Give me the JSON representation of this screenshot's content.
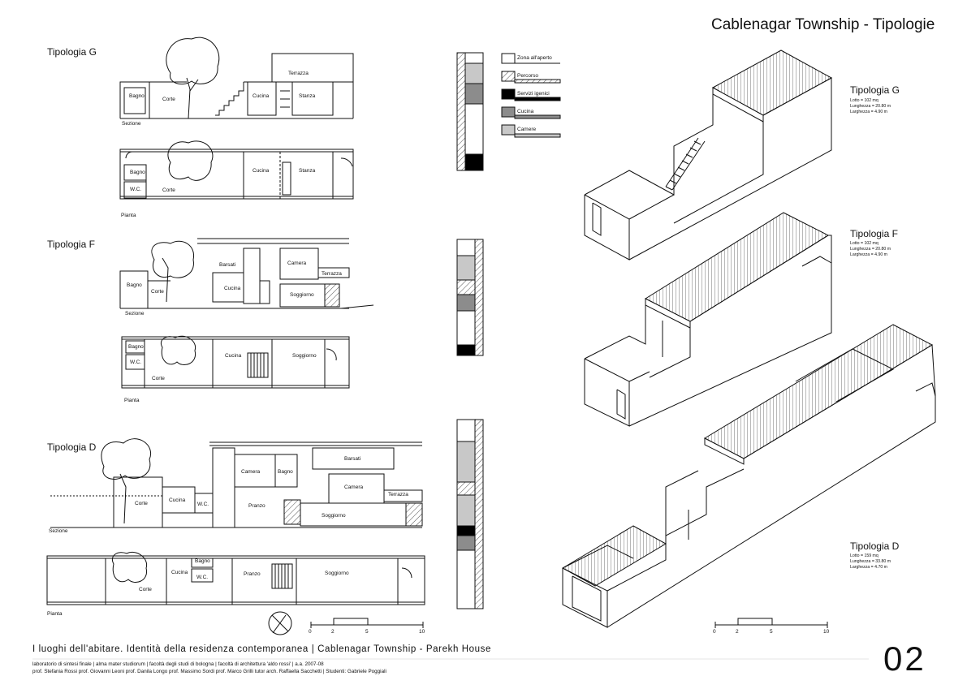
{
  "header": {
    "title": "Cablenagar Township - Tipologie"
  },
  "typologies": {
    "g": {
      "name": "Tipologia G",
      "section_label": "Sezione",
      "plan_label": "Pianta",
      "rooms": {
        "bagno": "Bagno",
        "corte": "Corte",
        "cucina": "Cucina",
        "stanza": "Stanza",
        "terrazza": "Terrazza",
        "wc": "W.C."
      }
    },
    "f": {
      "name": "Tipologia F",
      "section_label": "Sezione",
      "plan_label": "Pianta",
      "rooms": {
        "bagno": "Bagno",
        "corte": "Corte",
        "barsati": "Barsati",
        "camera": "Camera",
        "cucina": "Cucina",
        "terrazza": "Terrazza",
        "soggiorno": "Soggiorno",
        "wc": "W.C."
      }
    },
    "d": {
      "name": "Tipologia D",
      "section_label": "Sezione",
      "plan_label": "Pianta",
      "rooms": {
        "corte": "Corte",
        "cucina": "Cucina",
        "wc": "W.C.",
        "camera": "Camera",
        "bagno": "Bagno",
        "barsati": "Barsati",
        "pranzo": "Pranzo",
        "soggiorno": "Soggiorno",
        "terrazza": "Terrazza"
      }
    }
  },
  "legend": [
    {
      "label": "Zona all'aperto",
      "fill": "#ffffff"
    },
    {
      "label": "Percorso",
      "fill": "hatch"
    },
    {
      "label": "Servizi igenici",
      "fill": "#000000"
    },
    {
      "label": "Cucina",
      "fill": "#8c8c8c"
    },
    {
      "label": "Camere",
      "fill": "#c8c8c8"
    }
  ],
  "iso": {
    "g": {
      "name": "Tipologia G",
      "lotto": "Lotto = 102 mq",
      "lunghezza": "Lunghezza = 20.80 m",
      "larghezza": "Larghezza = 4.90 m"
    },
    "f": {
      "name": "Tipologia F",
      "lotto": "Lotto = 102 mq",
      "lunghezza": "Lunghezza = 20.80 m",
      "larghezza": "Larghezza = 4.90 m"
    },
    "d": {
      "name": "Tipologia D",
      "lotto": "Lotto = 159 mq",
      "lunghezza": "Lunghezza = 33.80 m",
      "larghezza": "Larghezza = 4.70 m"
    }
  },
  "scale": {
    "ticks": [
      "0",
      "2",
      "5",
      "10"
    ]
  },
  "footer": {
    "main": "I luoghi dell'abitare. Identità della residenza contemporanea | Cablenagar Township - Parekh House",
    "line1": "laboratorio di sintesi finale | alma mater studiorum | facoltà degli studi di bologna | facoltà di architettura 'aldo rossi' | a.a. 2007-08",
    "line2": "prof. Stefania Rossi   prof. Giovanni Leoni   prof. Danila Longo   prof. Massimo Sordi   prof. Marco Grilli   tutor arch. Raffaella Sacchetti | Studenti: Gabriele Poggiali",
    "number": "02"
  }
}
